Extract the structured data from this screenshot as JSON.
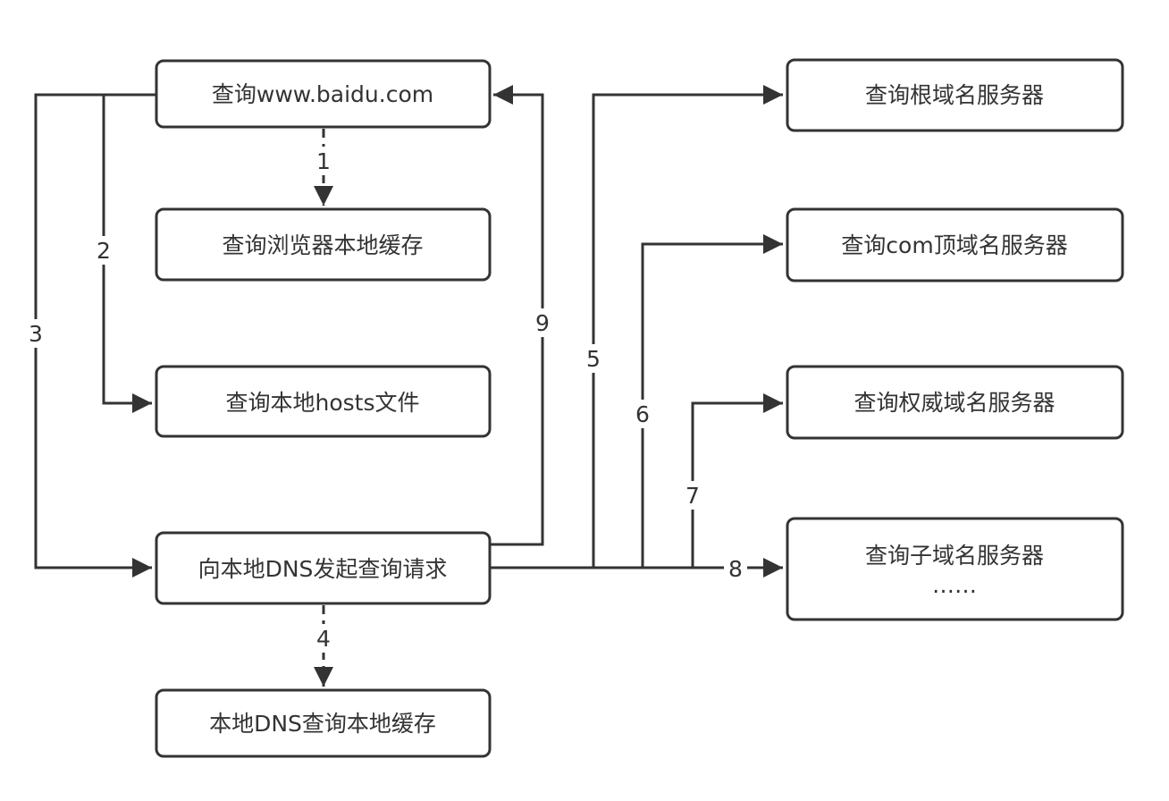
{
  "nodes": {
    "query_www": "查询www.baidu.com",
    "browser_cache": "查询浏览器本地缓存",
    "hosts_file": "查询本地hosts文件",
    "local_dns_request": "向本地DNS发起查询请求",
    "local_dns_cache": "本地DNS查询本地缓存",
    "root_server": "查询根域名服务器",
    "com_server": "查询com顶域名服务器",
    "authoritative_server": "查询权威域名服务器",
    "sub_server": "查询子域名服务器",
    "sub_server_more": "……"
  },
  "edges": {
    "e1": "1",
    "e2": "2",
    "e3": "3",
    "e4": "4",
    "e5": "5",
    "e6": "6",
    "e7": "7",
    "e8": "8",
    "e9": "9"
  },
  "colors": {
    "stroke": "#333333",
    "background": "#ffffff"
  }
}
